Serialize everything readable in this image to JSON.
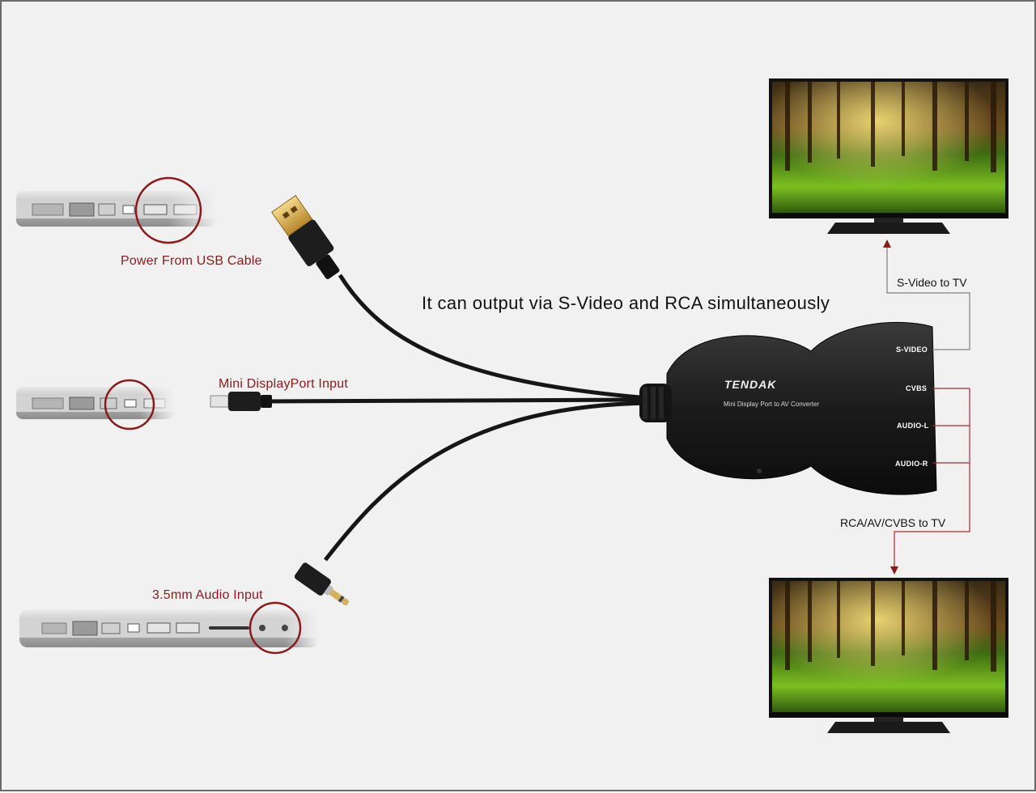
{
  "headline": "It can output via S-Video and RCA simultaneously",
  "inputs": {
    "usb_power": "Power From USB Cable",
    "mini_displayport": "Mini DisplayPort Input",
    "audio": "3.5mm Audio Input"
  },
  "outputs": {
    "svideo_to_tv": "S-Video to TV",
    "rca_to_tv": "RCA/AV/CVBS to TV"
  },
  "converter": {
    "brand": "TENDAK",
    "model": "Mini Display Port to AV Converter",
    "ports": [
      "S-VIDEO",
      "CVBS",
      "AUDIO-L",
      "AUDIO-R"
    ]
  },
  "colors": {
    "accent_red": "#8b1a1a",
    "device_black": "#1b1b1b"
  }
}
